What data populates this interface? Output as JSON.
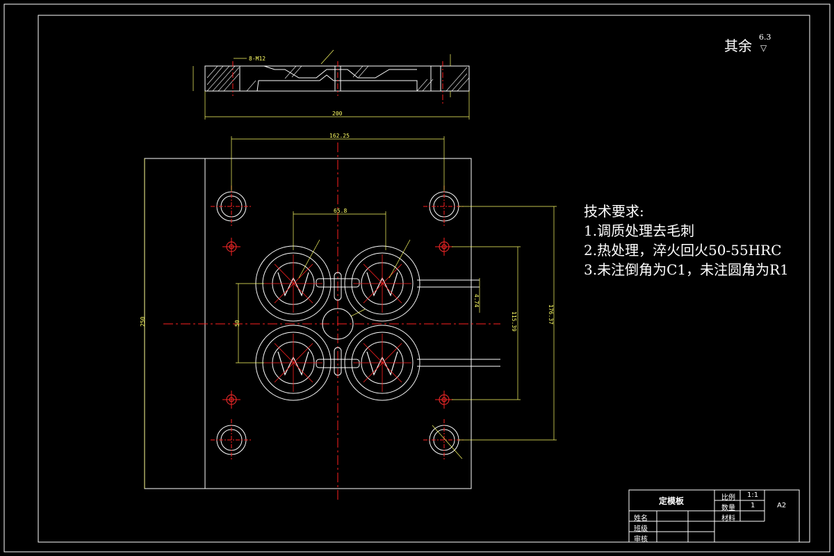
{
  "roughness": {
    "label": "其余",
    "value": "6.3"
  },
  "tech_requirements": {
    "title": "技术要求:",
    "items": [
      "1.调质处理去毛刺",
      "2.热处理，淬火回火50-55HRC",
      "3.未注倒角为C1，未注圆角为R1"
    ]
  },
  "dimensions": {
    "top_width": "200",
    "hole_span": "162.25",
    "cavity_span": "65.8",
    "plate_height": "250",
    "right_outer": "176.37",
    "right_inner": "115.39",
    "cavity_v": "50",
    "small_a": "4.74",
    "thread": "8-M12"
  },
  "title_block": {
    "part_name": "定模板",
    "scale_label": "比例",
    "scale_value": "1:1",
    "qty_label": "数量",
    "qty_value": "1",
    "material_label": "材料",
    "sheet_size": "A2",
    "row1": "姓名",
    "row2": "班级",
    "row3": "审核"
  },
  "colors": {
    "line": "#ffffff",
    "center": "#ff2020",
    "dim": "#ffff66",
    "bg": "#000000"
  }
}
